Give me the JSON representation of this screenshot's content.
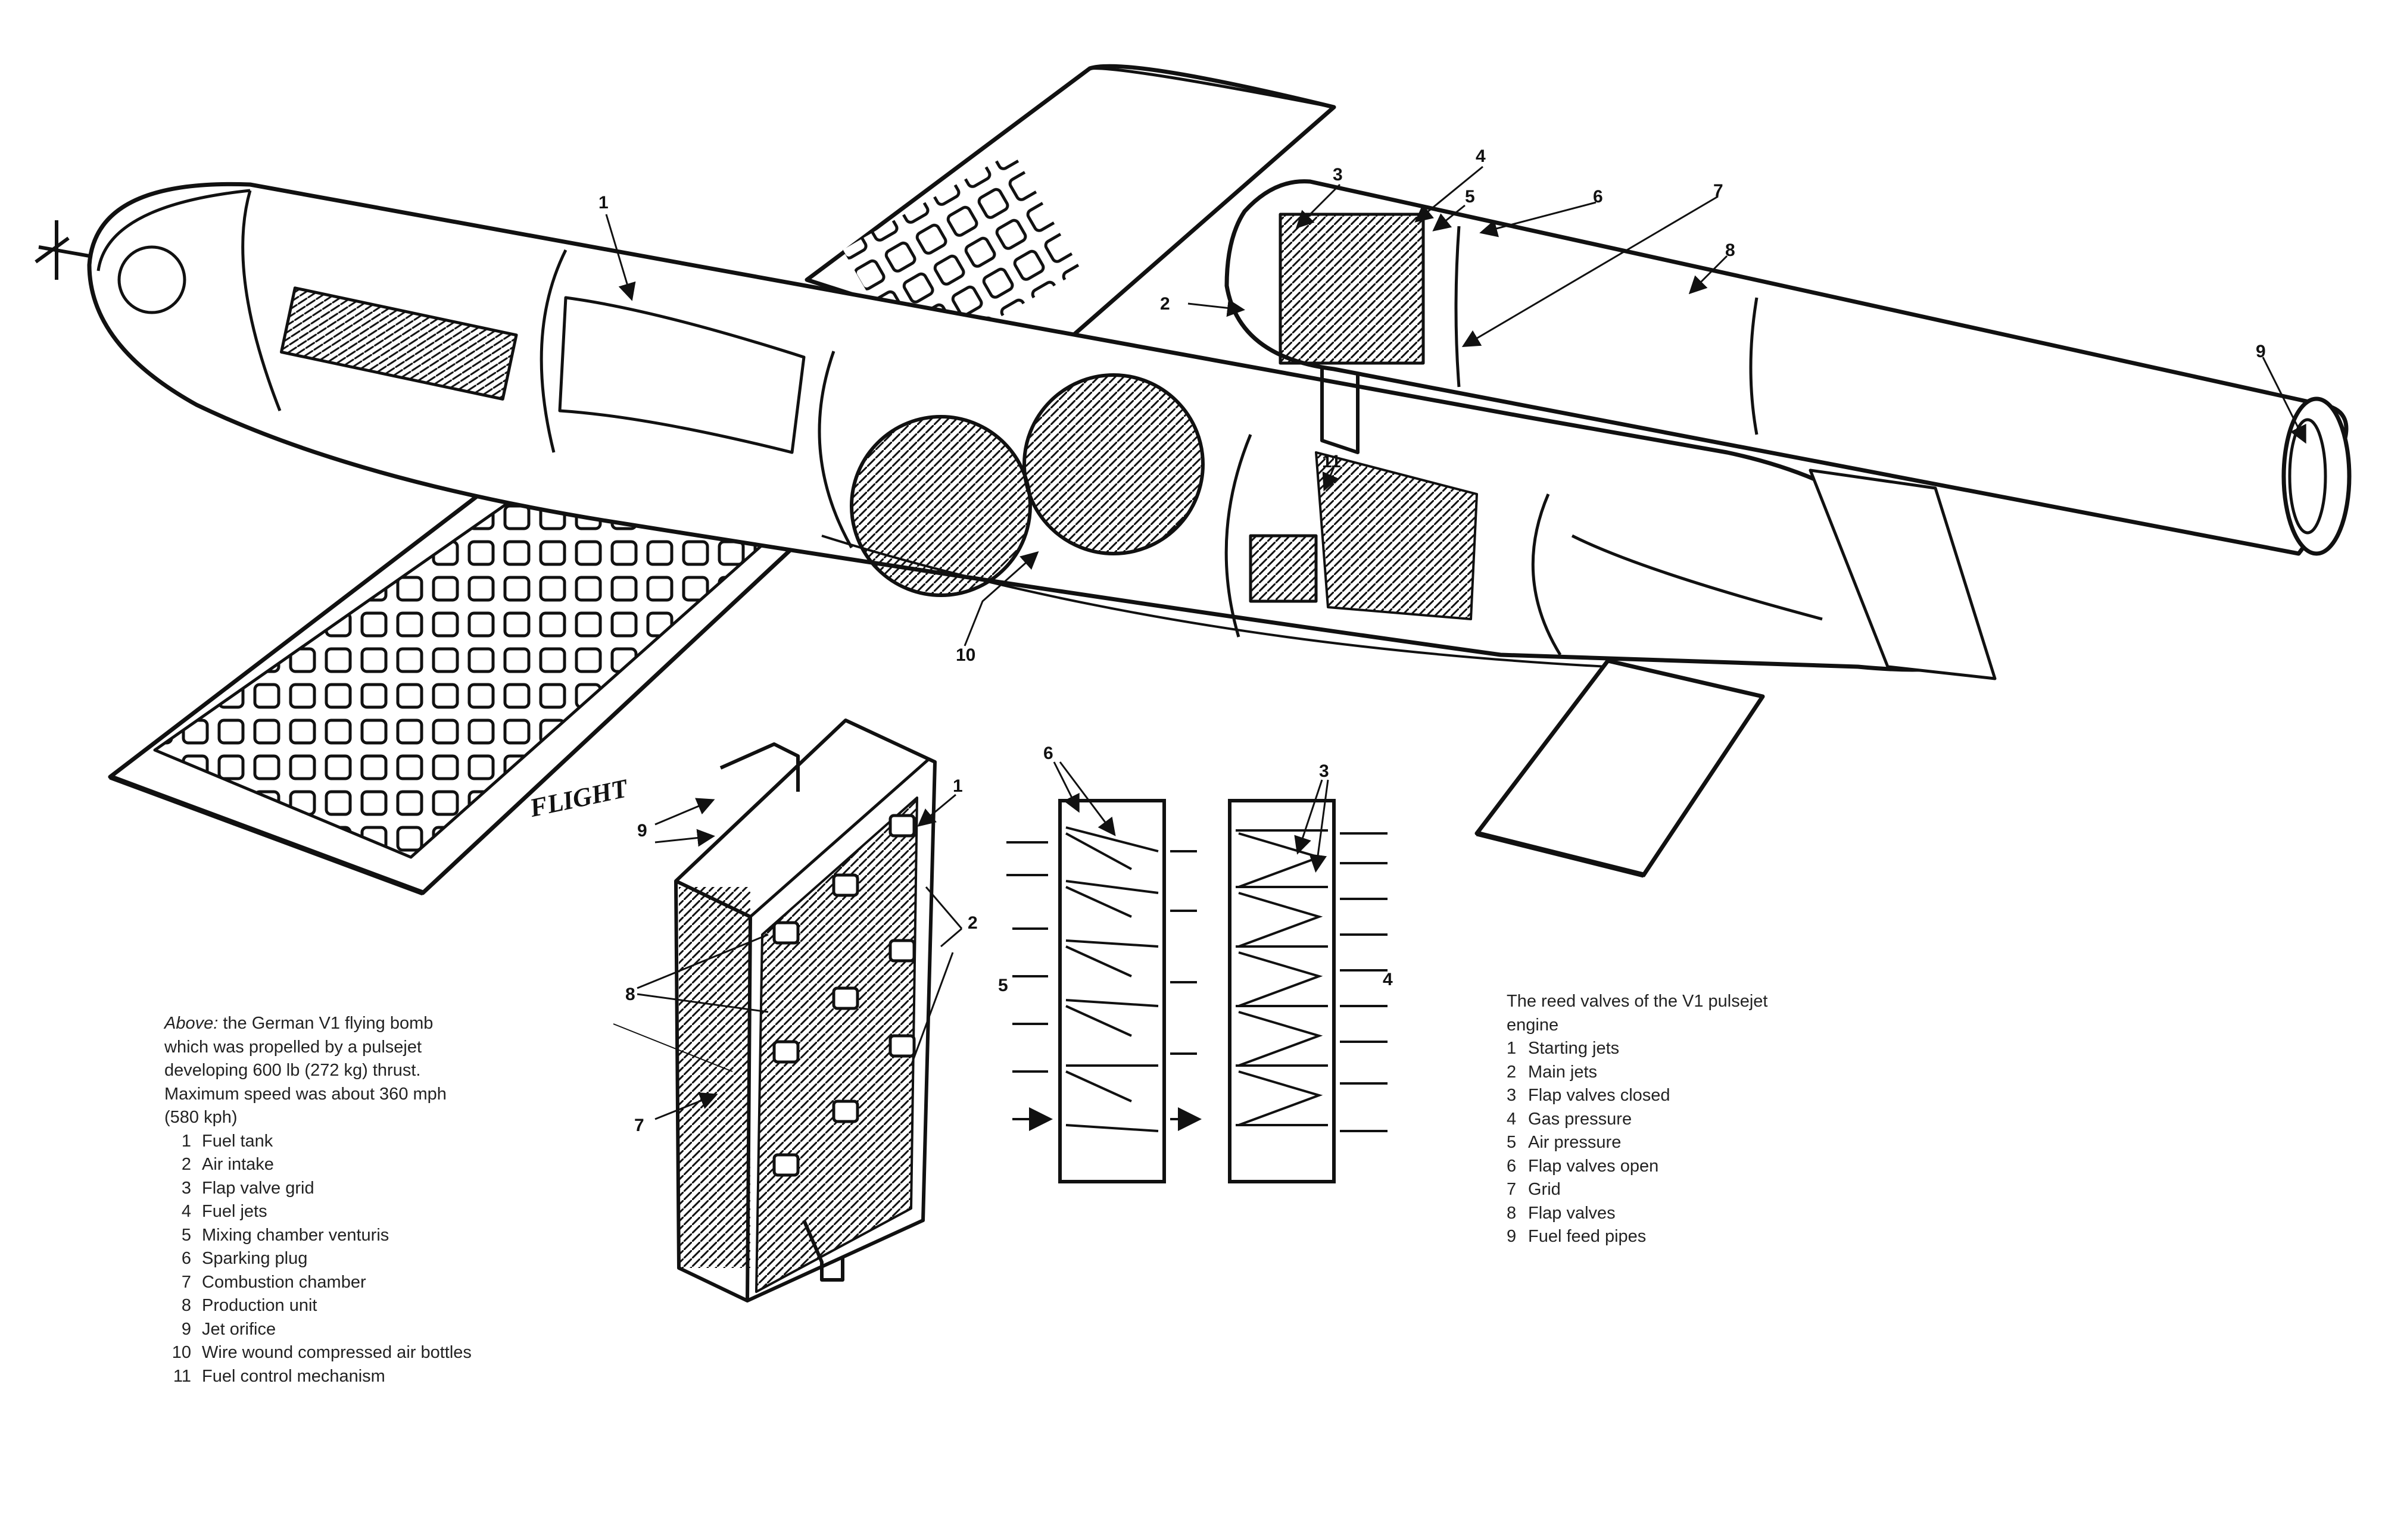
{
  "left_caption": {
    "intro_em": "Above:",
    "intro_lines": [
      "the German V1 flying bomb",
      "which was propelled by a pulsejet",
      "developing 600 lb (272 kg) thrust.",
      "Maximum speed was about 360 mph",
      "(580 kph)"
    ],
    "items": [
      {
        "n": "1",
        "label": "Fuel tank"
      },
      {
        "n": "2",
        "label": "Air intake"
      },
      {
        "n": "3",
        "label": "Flap valve grid"
      },
      {
        "n": "4",
        "label": "Fuel jets"
      },
      {
        "n": "5",
        "label": "Mixing chamber venturis"
      },
      {
        "n": "6",
        "label": "Sparking plug"
      },
      {
        "n": "7",
        "label": "Combustion chamber"
      },
      {
        "n": "8",
        "label": "Production unit"
      },
      {
        "n": "9",
        "label": "Jet orifice"
      },
      {
        "n": "10",
        "label": "Wire wound compressed air bottles"
      },
      {
        "n": "11",
        "label": "Fuel control mechanism"
      }
    ]
  },
  "right_caption": {
    "intro_lines": [
      "The reed valves of the V1 pulsejet",
      "engine"
    ],
    "items": [
      {
        "n": "1",
        "label": "Starting jets"
      },
      {
        "n": "2",
        "label": "Main jets"
      },
      {
        "n": "3",
        "label": "Flap valves closed"
      },
      {
        "n": "4",
        "label": "Gas pressure"
      },
      {
        "n": "5",
        "label": "Air pressure"
      },
      {
        "n": "6",
        "label": "Flap valves open"
      },
      {
        "n": "7",
        "label": "Grid"
      },
      {
        "n": "8",
        "label": "Flap valves"
      },
      {
        "n": "9",
        "label": "Fuel feed pipes"
      }
    ]
  },
  "callouts": {
    "bomb": [
      "1",
      "3",
      "4",
      "5",
      "6",
      "7",
      "8",
      "2",
      "9",
      "10",
      "11"
    ],
    "grid": [
      "9",
      "1",
      "2",
      "8",
      "7"
    ],
    "valves": [
      "6",
      "3",
      "5",
      "4"
    ]
  },
  "brand_mark": "FLIGHT",
  "colors": {
    "ink": "#111111",
    "paper": "#ffffff"
  }
}
